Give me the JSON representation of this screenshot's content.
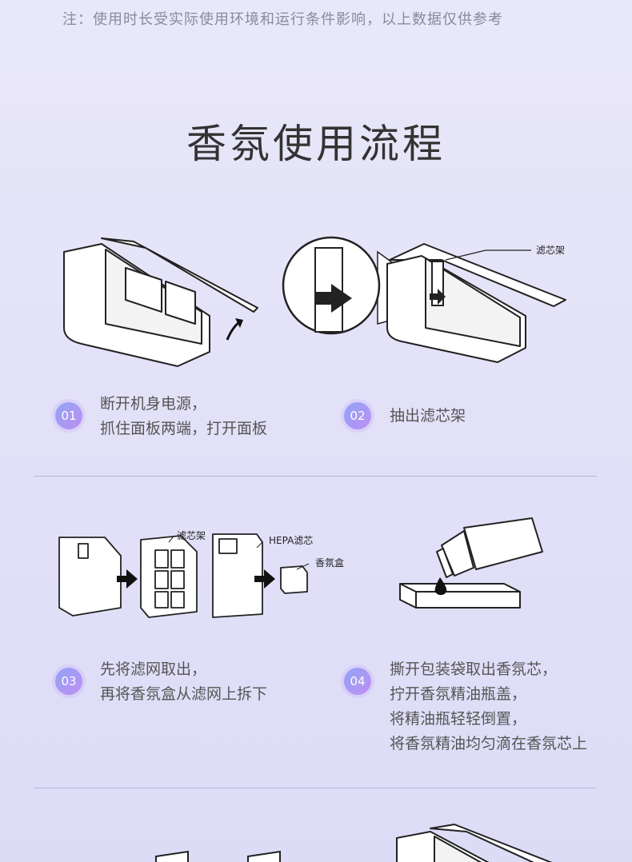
{
  "note": "注：使用时长受实际使用环境和运行条件影响，以上数据仅供参考",
  "title": "香氛使用流程",
  "labels": {
    "filter_rack": "滤芯架",
    "filter_rack_2": "滤芯架",
    "hepa": "HEPA滤芯",
    "aroma_box": "香氛盒"
  },
  "steps": [
    {
      "num": "01",
      "lines": [
        "断开机身电源，",
        "抓住面板两端，打开面板"
      ]
    },
    {
      "num": "02",
      "lines": [
        "抽出滤芯架"
      ]
    },
    {
      "num": "03",
      "lines": [
        "先将滤网取出，",
        "再将香氛盒从滤网上拆下"
      ]
    },
    {
      "num": "04",
      "lines": [
        "撕开包装袋取出香氛芯，",
        "拧开香氛精油瓶盖，",
        "将精油瓶轻轻倒置，",
        "将香氛精油均匀滴在香氛芯上"
      ]
    }
  ]
}
